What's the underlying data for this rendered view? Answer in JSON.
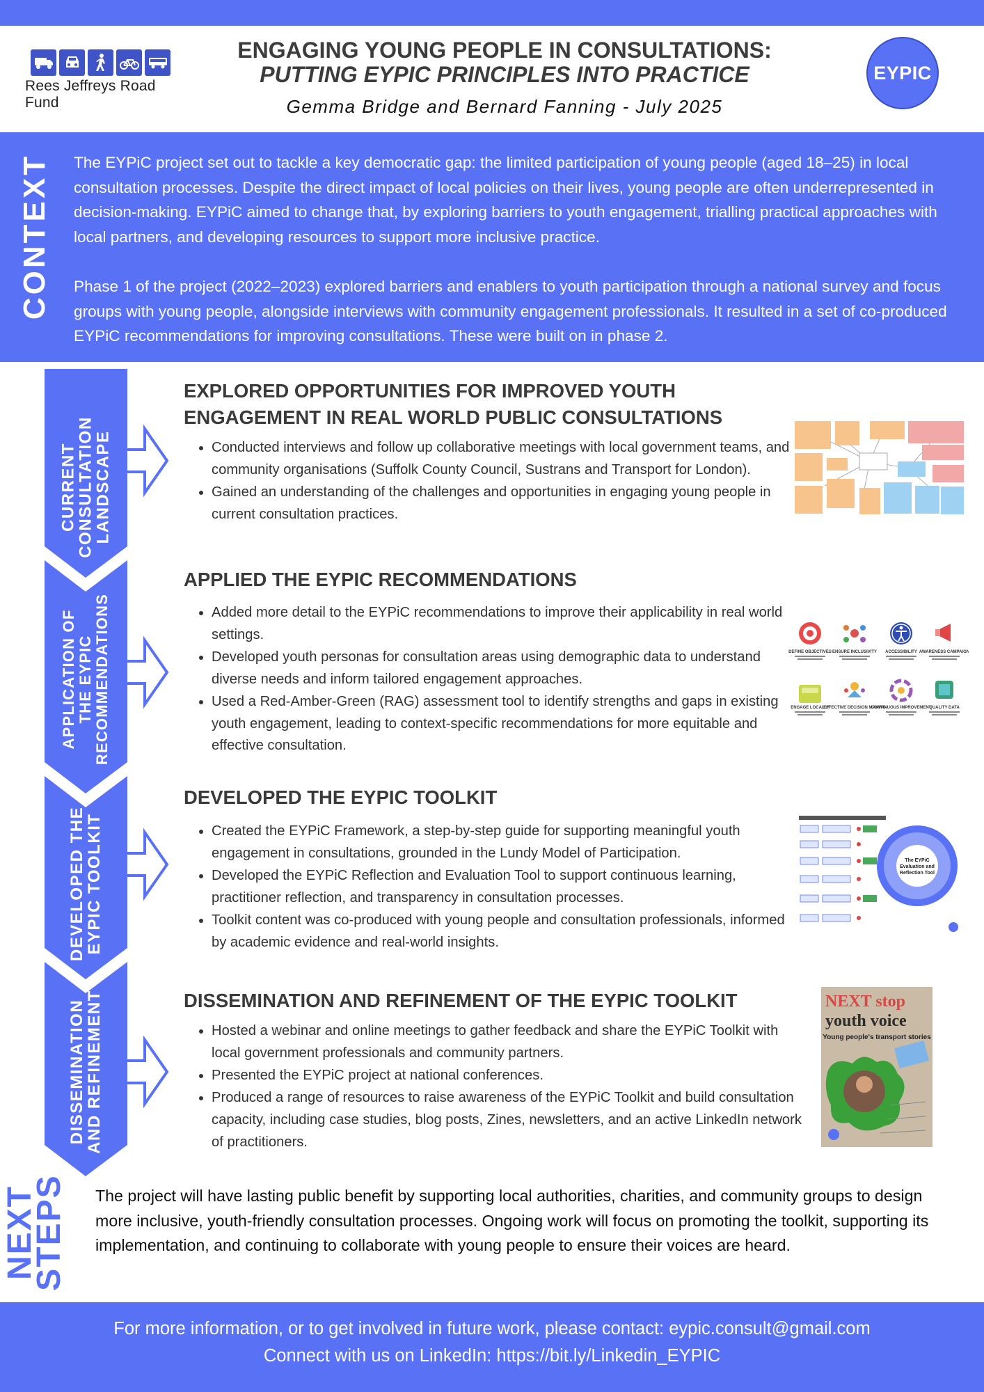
{
  "header": {
    "funder_logo": {
      "name": "Rees Jeffreys Road Fund",
      "icons": [
        "lorry-icon",
        "car-icon",
        "pedestrian-icon",
        "bicycle-icon",
        "bus-icon"
      ]
    },
    "title_line1": "ENGAGING YOUNG PEOPLE IN CONSULTATIONS:",
    "title_line2": "PUTTING EYPIC PRINCIPLES INTO PRACTICE",
    "authors": "Gemma Bridge and Bernard Fanning - July 2025",
    "badge": "EYPIC"
  },
  "context": {
    "label": "CONTEXT",
    "paragraph1": "The EYPiC project set out to tackle a key democratic gap: the limited participation of young people (aged 18–25) in local consultation processes. Despite the direct impact of local policies on their lives, young people are often underrepresented in decision-making. EYPiC aimed to change that, by exploring barriers to youth engagement, trialling practical approaches with local partners, and developing resources to support more inclusive practice.",
    "paragraph2": "Phase 1 of the project (2022–2023) explored barriers and enablers to youth participation through a national survey and focus groups with young people, alongside interviews with community engagement professionals. It resulted in a set of co-produced EYPiC recommendations for improving consultations. These were built on in phase 2."
  },
  "stages": [
    {
      "label_lines": [
        "CURRENT",
        "CONSULTATION",
        "LANDSCAPE"
      ],
      "title_line1": "EXPLORED OPPORTUNITIES FOR IMPROVED YOUTH",
      "title_line2": "ENGAGEMENT IN REAL WORLD PUBLIC CONSULTATIONS",
      "bullets": [
        "Conducted interviews and follow up collaborative meetings with local government teams, and community organisations (Suffolk County Council, Sustrans and Transport for London).",
        "Gained an understanding of  the challenges and opportunities in engaging young people in current consultation practices."
      ]
    },
    {
      "label_lines": [
        "APPLICATION OF",
        "THE EYPIC",
        "RECOMMENDATIONS"
      ],
      "title_line1": "APPLIED THE EYPIC RECOMMENDATIONS",
      "bullets": [
        "Added more detail to  the EYPiC recommendations to improve their applicability in real world settings.",
        "Developed youth personas for consultation areas using demographic data to understand diverse needs and inform tailored engagement approaches.",
        "Used a Red-Amber-Green (RAG) assessment tool to identify strengths and gaps in existing youth engagement, leading to context-specific recommendations for more equitable and effective consultation."
      ],
      "icon_grid": [
        {
          "icon": "target-icon",
          "label": "DEFINE OBJECTIVES",
          "color": "#e84a4a"
        },
        {
          "icon": "people-icon",
          "label": "ENSURE INCLUSIVITY",
          "color": "#d9534f"
        },
        {
          "icon": "accessibility-icon",
          "label": "ACCESSIBILITY",
          "color": "#2f4bb5"
        },
        {
          "icon": "megaphone-icon",
          "label": "AWARENESS CAMPAIGN",
          "color": "#e04646"
        },
        {
          "icon": "local-icon",
          "label": "ENGAGE LOCALLY",
          "color": "#c8d84a"
        },
        {
          "icon": "decision-icon",
          "label": "EFFECTIVE DECISION MAKING",
          "color": "#f0b33c"
        },
        {
          "icon": "cycle-icon",
          "label": "CONTINUOUS IMPROVEMENT",
          "color": "#9b59b6"
        },
        {
          "icon": "data-icon",
          "label": "QUALITY DATA",
          "color": "#3aa07a"
        }
      ]
    },
    {
      "label_lines": [
        "DEVELOPED THE",
        "EYPIC TOOLKIT"
      ],
      "title_line1": "DEVELOPED THE EYPIC TOOLKIT",
      "bullets": [
        "Created the EYPiC Framework, a step-by-step guide for supporting meaningful youth engagement in consultations, grounded in the Lundy Model of Participation.",
        "Developed the EYPiC Reflection and Evaluation Tool to support continuous learning, practitioner reflection, and transparency in consultation processes.",
        "Toolkit content was co-produced with young people and consultation professionals, informed by academic evidence and real-world insights."
      ],
      "toolkit_thumb": {
        "circle_label": "The EYPiC Evaluation and Reflection Tool"
      }
    },
    {
      "label_lines": [
        "DISSEMINATION",
        "AND REFINEMENT"
      ],
      "title_line1": "DISSEMINATION AND REFINEMENT OF THE EYPIC TOOLKIT",
      "bullets": [
        "Hosted a webinar and online meetings to gather feedback and share the EYPiC Toolkit with local government professionals and community partners.",
        "Presented the EYPiC project at national conferences.",
        "Produced a range of resources to raise awareness of the EYPiC Toolkit and build consultation capacity, including case studies, blog posts, Zines, newsletters, and an active LinkedIn network of practitioners."
      ],
      "zine": {
        "title_a": "NEXT stop",
        "title_b": "youth voice",
        "subtitle": "Young people's transport stories"
      }
    }
  ],
  "next_steps": {
    "label_lines": [
      "NEXT",
      "STEPS"
    ],
    "text": "The project will have lasting public benefit by supporting local authorities, charities, and community groups to design more inclusive, youth-friendly consultation processes. Ongoing work will focus on promoting the toolkit, supporting its implementation, and continuing to collaborate with young people to ensure their voices are heard."
  },
  "footer": {
    "line1": "For more information, or to get involved in future work, please contact: eypic.consult@gmail.com",
    "line2": "Connect with us on LinkedIn: https://bit.ly/Linkedin_EYPIC"
  },
  "colors": {
    "brand_blue": "#5871f5",
    "dark_blue": "#3f55c7",
    "text_dark": "#3a3a3a"
  }
}
